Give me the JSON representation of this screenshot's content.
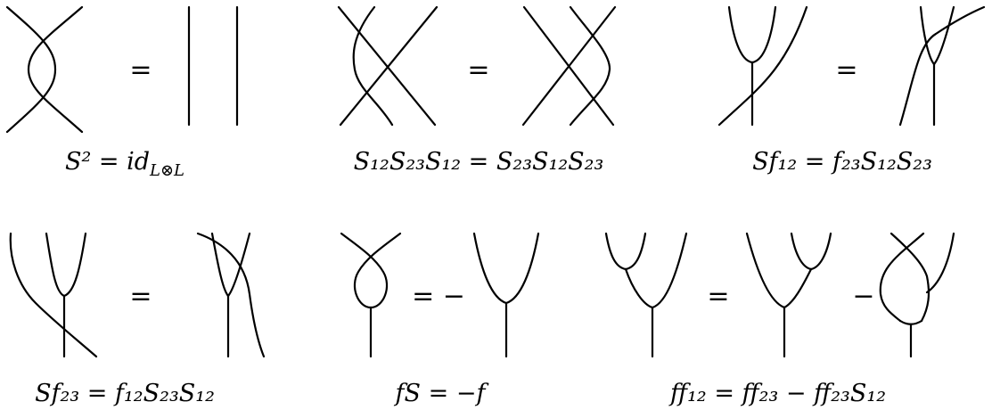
{
  "symbols": {
    "equals": "=",
    "minus": "−",
    "equals_minus": "= −"
  },
  "captions": {
    "s_squared": "S² = id",
    "s_squared_sub": "L⊗L",
    "yang_baxter": "S₁₂S₂₃S₁₂ = S₂₃S₁₂S₂₃",
    "sf12": "Sf₁₂ = f₂₃S₁₂S₂₃",
    "sf23": "Sf₂₃ = f₁₂S₂₃S₁₂",
    "fs": "fS = −f",
    "ff12": "ff₁₂ = ff₂₃ − ff₂₃S₁₂"
  }
}
